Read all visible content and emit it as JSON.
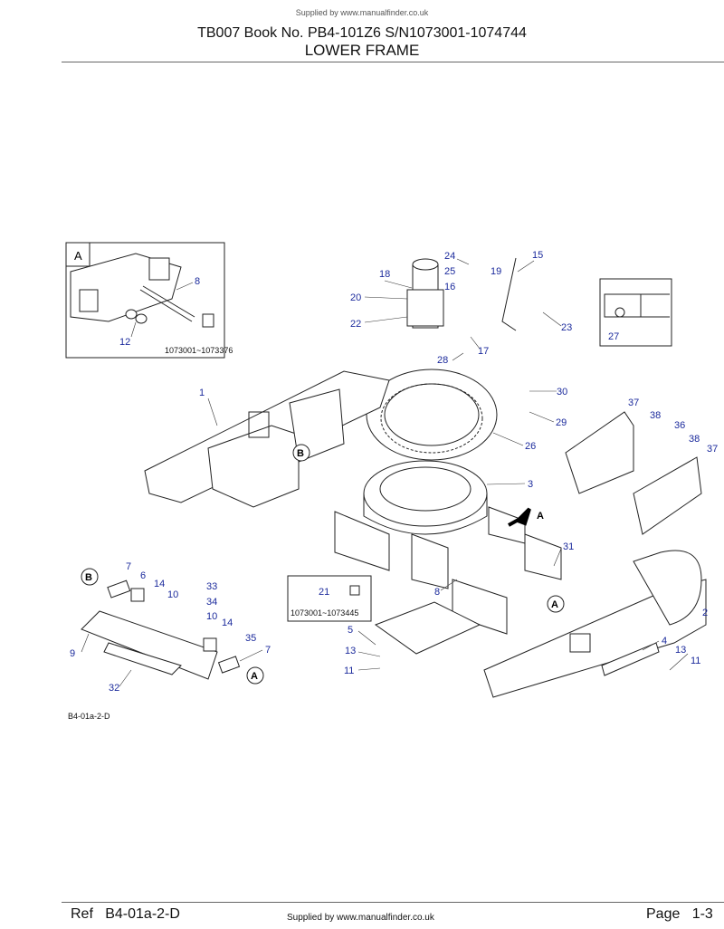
{
  "header": {
    "title_line1": "TB007  Book No. PB4-101Z6  S/N1073001-1074744",
    "title_line2": "LOWER FRAME",
    "watermark": "Supplied by www.manualfinder.co.uk"
  },
  "footer": {
    "ref": "Ref   B4-01a-2-D",
    "supplied": "Supplied by www.manualfinder.co.uk",
    "page": "Page   1-3"
  },
  "diagram": {
    "figure_code": "B4-01a-2-D",
    "inset_a": {
      "label": "A",
      "serial": "1073001~1073376"
    },
    "inset_21": {
      "serial": "1073001~1073445"
    },
    "view_markers": [
      "A",
      "B",
      "B",
      "A",
      "A",
      "A"
    ],
    "callouts": [
      "8",
      "12",
      "15",
      "24",
      "25",
      "19",
      "18",
      "16",
      "20",
      "22",
      "23",
      "17",
      "28",
      "27",
      "30",
      "37",
      "38",
      "36",
      "29",
      "38",
      "37",
      "26",
      "1",
      "3",
      "31",
      "7",
      "6",
      "14",
      "33",
      "10",
      "34",
      "21",
      "8",
      "2",
      "10",
      "14",
      "35",
      "5",
      "4",
      "7",
      "9",
      "13",
      "13",
      "11",
      "11",
      "32"
    ]
  },
  "colors": {
    "callout": "#1b2a9c",
    "line": "#222222"
  }
}
